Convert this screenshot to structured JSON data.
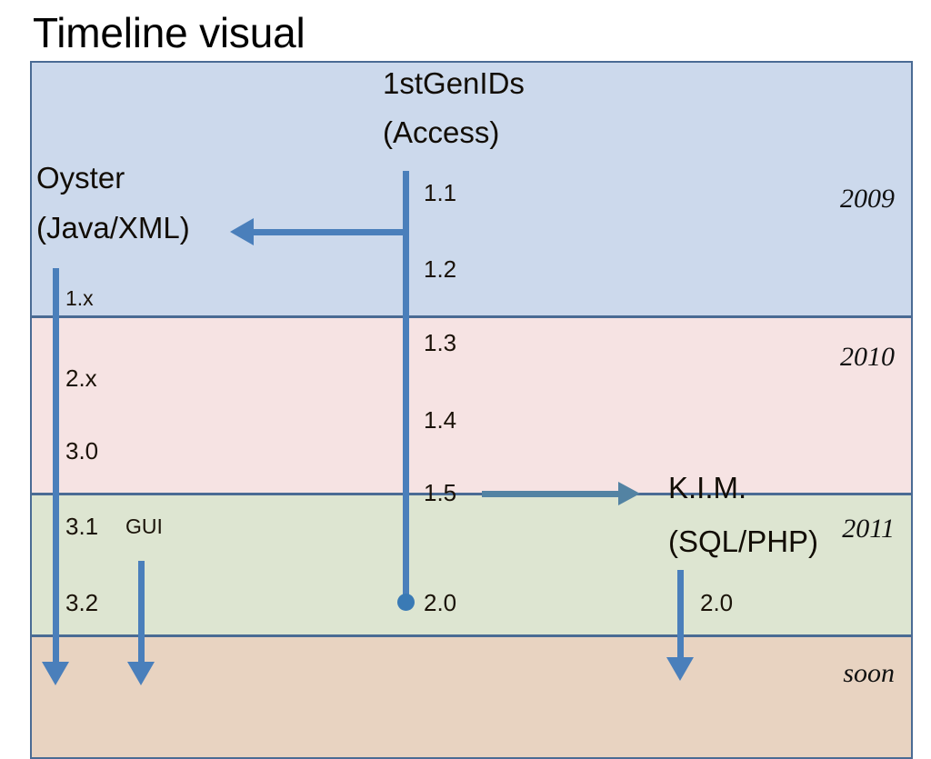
{
  "title": "Timeline visual",
  "tracks": {
    "oyster": {
      "name": "Oyster",
      "tech": "(Java/XML)"
    },
    "firstgen": {
      "name": "1stGenIDs",
      "tech": "(Access)"
    },
    "kim": {
      "name": "K.I.M.",
      "tech": "(SQL/PHP)"
    },
    "gui": {
      "label": "GUI"
    }
  },
  "bands": [
    {
      "id": "band-2009",
      "year": "2009",
      "color": "#ccd9ec"
    },
    {
      "id": "band-2010",
      "year": "2010",
      "color": "#f6e3e3"
    },
    {
      "id": "band-2011",
      "year": "2011",
      "color": "#dde5d1"
    },
    {
      "id": "band-soon",
      "year": "soon",
      "color": "#e8d3c1"
    }
  ],
  "versions": {
    "oyster": {
      "v1x": "1.x",
      "v2x": "2.x",
      "v30": "3.0",
      "v31": "3.1",
      "v32": "3.2"
    },
    "firstgen": {
      "v11": "1.1",
      "v12": "1.2",
      "v13": "1.3",
      "v14": "1.4",
      "v15": "1.5",
      "v20": "2.0"
    },
    "kim": {
      "v20": "2.0"
    }
  },
  "colors": {
    "line_blue": "#4a7fbb",
    "line_teal": "#5383a3",
    "band_border": "#4a6b94",
    "band_2009": "#ccd9ec",
    "band_2010": "#f6e3e3",
    "band_2011": "#dde5d1",
    "band_soon": "#e8d3c1",
    "text": "#1a1208"
  }
}
